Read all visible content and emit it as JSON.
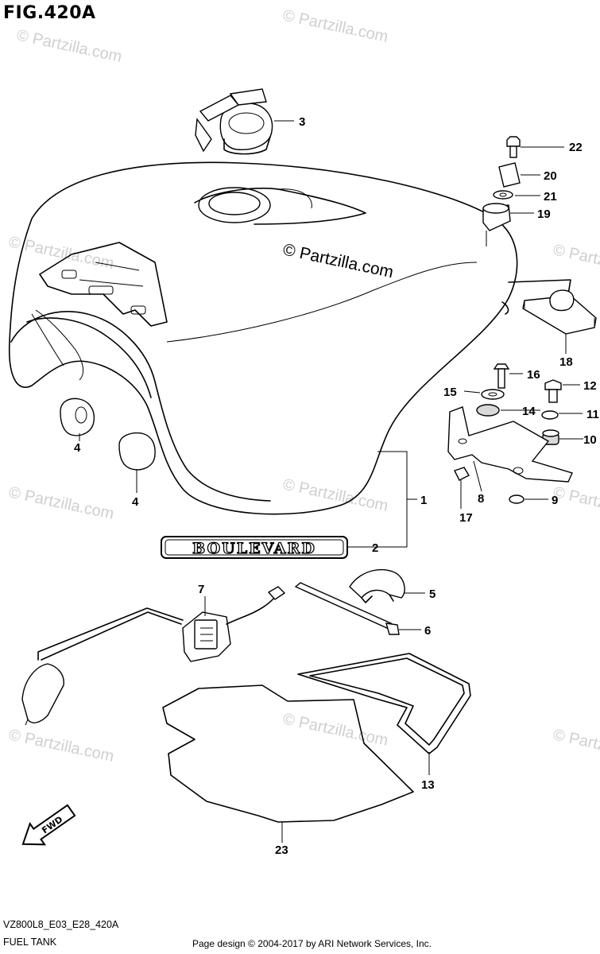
{
  "figure": {
    "title": "FIG.420A",
    "model_code": "VZ800L8_E03_E28_420A",
    "caption": "FUEL TANK",
    "copyright": "Page design © 2004-2017 by ARI Network Services, Inc."
  },
  "watermark": {
    "text": "© Partzilla.com"
  },
  "emblem": {
    "text": "BOULEVARD"
  },
  "fwd_arrow": {
    "text": "FWD"
  },
  "callouts": [
    {
      "id": "1",
      "label": "1"
    },
    {
      "id": "2",
      "label": "2"
    },
    {
      "id": "3",
      "label": "3"
    },
    {
      "id": "4a",
      "label": "4"
    },
    {
      "id": "4b",
      "label": "4"
    },
    {
      "id": "5",
      "label": "5"
    },
    {
      "id": "6",
      "label": "6"
    },
    {
      "id": "7",
      "label": "7"
    },
    {
      "id": "8",
      "label": "8"
    },
    {
      "id": "9",
      "label": "9"
    },
    {
      "id": "10",
      "label": "10"
    },
    {
      "id": "11",
      "label": "11"
    },
    {
      "id": "12",
      "label": "12"
    },
    {
      "id": "13",
      "label": "13"
    },
    {
      "id": "14",
      "label": "14"
    },
    {
      "id": "15",
      "label": "15"
    },
    {
      "id": "16",
      "label": "16"
    },
    {
      "id": "17",
      "label": "17"
    },
    {
      "id": "18",
      "label": "18"
    },
    {
      "id": "19",
      "label": "19"
    },
    {
      "id": "20",
      "label": "20"
    },
    {
      "id": "21",
      "label": "21"
    },
    {
      "id": "22",
      "label": "22"
    },
    {
      "id": "23",
      "label": "23"
    }
  ]
}
